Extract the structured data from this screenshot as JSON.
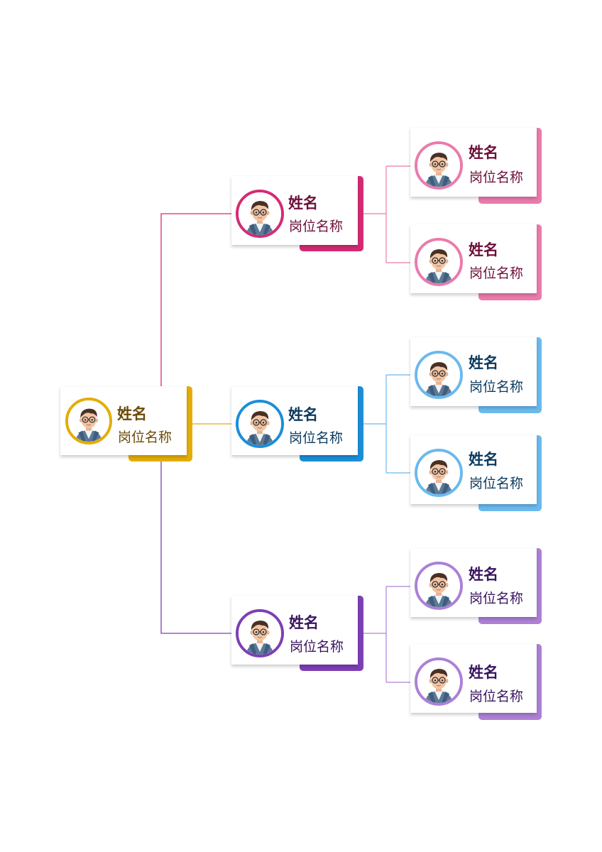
{
  "colors": {
    "gold": "#e4ad06",
    "magenta": "#d42b73",
    "blue": "#1b8ed8",
    "purple": "#7d3fb5",
    "pink": "#ea7bac",
    "sky": "#6bb9ee",
    "lavender": "#ad80d5"
  },
  "icons": {
    "avatar": "person-avatar-icon"
  },
  "root": {
    "name": "姓名",
    "title": "岗位名称"
  },
  "managers": [
    {
      "name": "姓名",
      "title": "岗位名称",
      "reports": [
        {
          "name": "姓名",
          "title": "岗位名称"
        },
        {
          "name": "姓名",
          "title": "岗位名称"
        }
      ]
    },
    {
      "name": "姓名",
      "title": "岗位名称",
      "reports": [
        {
          "name": "姓名",
          "title": "岗位名称"
        },
        {
          "name": "姓名",
          "title": "岗位名称"
        }
      ]
    },
    {
      "name": "姓名",
      "title": "岗位名称",
      "reports": [
        {
          "name": "姓名",
          "title": "岗位名称"
        },
        {
          "name": "姓名",
          "title": "岗位名称"
        }
      ]
    }
  ]
}
